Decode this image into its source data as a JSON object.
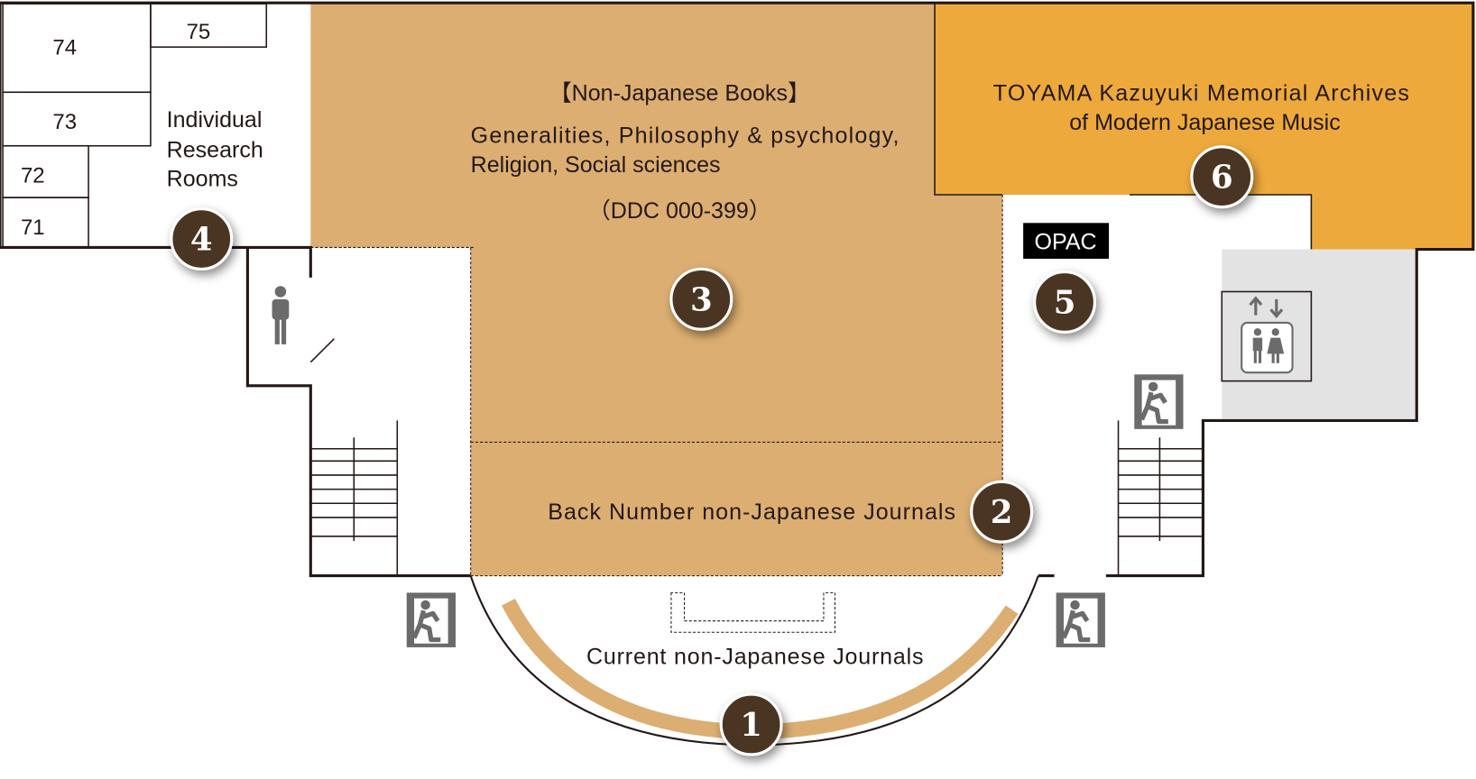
{
  "rooms": {
    "r74": "74",
    "r75": "75",
    "r73": "73",
    "r72": "72",
    "r71": "71"
  },
  "areas": {
    "individual_research": [
      "Individual",
      "Research",
      "Rooms"
    ],
    "non_japanese_books": {
      "title": "【Non-Japanese Books】",
      "line1": "Generalities, Philosophy & psychology,",
      "line2": "Religion, Social sciences",
      "ddc": "（DDC 000-399）"
    },
    "toyama": [
      "TOYAMA Kazuyuki Memorial Archives",
      "of Modern Japanese Music"
    ],
    "opac": "OPAC",
    "back_number": "Back Number non-Japanese Journals",
    "current": "Current non-Japanese Journals"
  },
  "markers": [
    "1",
    "2",
    "3",
    "4",
    "5",
    "6"
  ],
  "colors": {
    "books": "#dcae72",
    "archive": "#eda93c",
    "rooms": "#f8e4c8",
    "marker": "#4a3623",
    "service": "#e3e3e3"
  },
  "icons": [
    "emergency-exit-icon",
    "elevator-icon",
    "restroom-icon",
    "person-icon"
  ]
}
